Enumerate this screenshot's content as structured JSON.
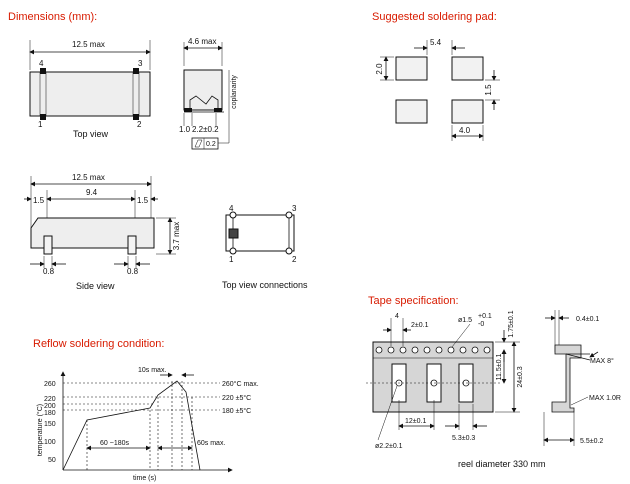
{
  "headings": {
    "dimensions": "Dimensions (mm):",
    "soldering_pad": "Suggested soldering pad:",
    "reflow": "Reflow soldering condition:",
    "tape": "Tape specification:"
  },
  "top_view": {
    "length": "12.5 max",
    "pin1": "1",
    "pin2": "2",
    "pin3": "3",
    "pin4": "4",
    "caption": "Top view"
  },
  "end_view": {
    "width": "4.6 max",
    "coplanarity": "coplanarity",
    "dim_a": "1.0",
    "dim_b": "2.2±0.2",
    "tolerance": "0.2"
  },
  "side_view": {
    "length": "12.5 max",
    "pitch": "9.4",
    "left_end": "1.5",
    "right_end": "1.5",
    "height": "3.7 max",
    "left_pin": "0.8",
    "right_pin": "0.8",
    "caption": "Side view"
  },
  "connections": {
    "pin1": "1",
    "pin2": "2",
    "pin3": "3",
    "pin4": "4",
    "caption": "Top view connections"
  },
  "pad": {
    "gap": "5.4",
    "pad_height": "2.0",
    "spacing": "1.5",
    "pad_width": "4.0"
  },
  "reflow": {
    "y_axis_label": "temperature (°C)",
    "x_axis_label": "time (s)",
    "ticks": [
      "260",
      "220",
      "200",
      "180",
      "150",
      "100",
      "50"
    ],
    "peak": "260°C max.",
    "mid": "220 ±5°C",
    "low": "180 ±5°C",
    "peak_time": "10s max.",
    "preheat": "60 ~180s",
    "above": "60s max."
  },
  "tape": {
    "pitch_top": "4",
    "hole_pitch": "2±0.1",
    "hole_dia": "ø1.5",
    "hole_tol_plus": "+0.1",
    "hole_tol_minus": "-0",
    "edge": "1.75±0.1",
    "row": "11.5±0.1",
    "width": "24±0.3",
    "pocket_pitch": "12±0.1",
    "pocket_hole": "ø2.2±0.1",
    "pocket_off": "5.3±0.3",
    "thickness": "0.4±0.1",
    "angle": "MAX 8°",
    "radius": "MAX 1.0R",
    "depth": "5.5±0.2",
    "reel": "reel diameter 330 mm"
  }
}
